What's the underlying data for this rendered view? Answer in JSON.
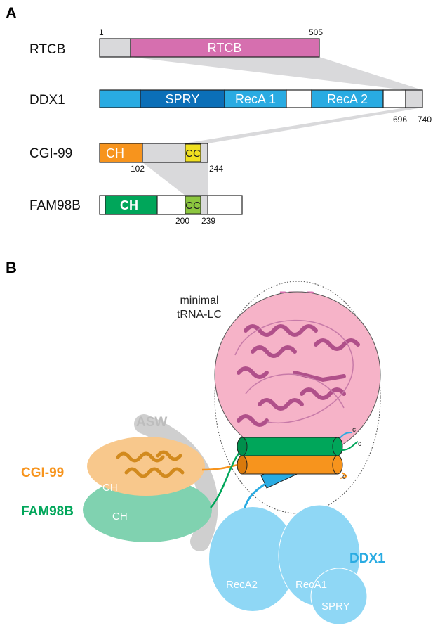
{
  "panels": {
    "a": "A",
    "b": "B"
  },
  "panel_a": {
    "rtcb": {
      "name": "RTCB",
      "domain": "RTCB",
      "start": "1",
      "end": "505"
    },
    "ddx1": {
      "name": "DDX1",
      "domains": [
        "SPRY",
        "RecA 1",
        "RecA 2"
      ],
      "n1": "696",
      "n2": "740"
    },
    "cgi99": {
      "name": "CGI-99",
      "ch": "CH",
      "cc": "CC",
      "n1": "102",
      "n2": "244"
    },
    "fam98b": {
      "name": "FAM98B",
      "ch": "CH",
      "cc": "CC",
      "n1": "200",
      "n2": "239"
    }
  },
  "panel_b": {
    "minimal_line1": "minimal",
    "minimal_line2": "tRNA-LC",
    "rtcb": "RTCB",
    "asw": "ASW",
    "cgi99": "CGI-99",
    "fam98b": "FAM98B",
    "ch_cgi": "CH",
    "ch_fam": "CH",
    "ddx1": "DDX1",
    "reca2": "RecA2",
    "reca1": "RecA1",
    "spry": "SPRY",
    "c_term": "c"
  },
  "colors": {
    "rtcb": "#d66faf",
    "ddx1_light": "#29abe2",
    "ddx1_dark": "#0b6fb8",
    "cgi99": "#f7941d",
    "fam98b": "#00a65a",
    "cc_yellow": "#f0e020",
    "cc_green": "#8cc63f",
    "grey": "#d9d9db"
  }
}
